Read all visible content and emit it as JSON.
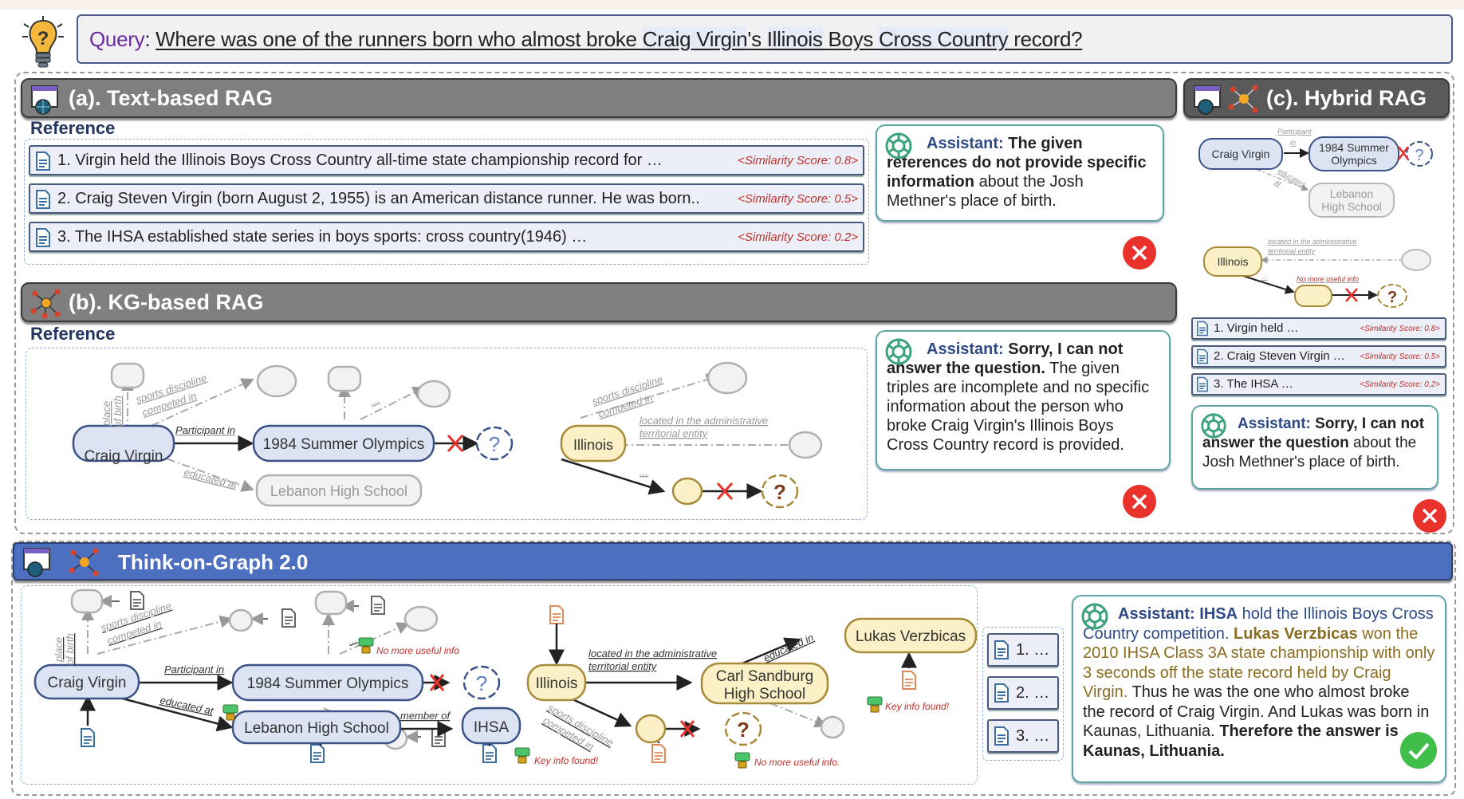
{
  "query": {
    "label": "Query",
    "text_parts": [
      "Where was one of the runners born who almost broke ",
      "Craig Virgin",
      "'s ",
      "Illinois",
      " Boys ",
      "Cross Country",
      " record?"
    ]
  },
  "text_rag": {
    "title": "(a). Text-based RAG",
    "reference_label": "Reference",
    "references": [
      {
        "text": "1. Virgin held the Illinois Boys Cross Country all-time state championship record for …",
        "score": "<Similarity Score: 0.8>"
      },
      {
        "text": "2. Craig Steven Virgin (born August 2, 1955) is an American distance runner. He was born..",
        "score": "<Similarity Score: 0.5>"
      },
      {
        "text": "3. The IHSA established state series in boys sports: cross country(1946) …",
        "score": "<Similarity Score: 0.2>"
      }
    ],
    "assistant": {
      "label": "Assistant:",
      "bold": "The given references do not provide specific information",
      "rest": "about the Josh  Methner's place of birth."
    },
    "status": "incorrect"
  },
  "kg_rag": {
    "title": "(b). KG-based RAG",
    "reference_label": "Reference",
    "graph1": {
      "nodes": {
        "craig": "Craig Virgin",
        "olympics": "1984 Summer Olympics",
        "lebanon": "Lebanon High School",
        "unknown": "?"
      },
      "edges": {
        "participant": "Participant in",
        "educated": "educated at",
        "sports": "sports discipline",
        "competed": "competed in",
        "place": "place",
        "ofbirth": "of birth",
        "dots": "..."
      }
    },
    "graph2": {
      "nodes": {
        "illinois": "Illinois",
        "unknown": "?"
      },
      "edges": {
        "sports": "sports discipline",
        "competed": "competed in",
        "located1": "located in the administrative",
        "located2": "territorial entity",
        "dots": "..."
      }
    },
    "assistant": {
      "label": "Assistant:",
      "bold": "Sorry, I can not answer the  question.",
      "rest": "The given triples are incomplete and no specific information about the person who broke Craig Virgin's Illinois Boys Cross Country record is provided."
    },
    "status": "incorrect"
  },
  "hybrid_rag": {
    "title": "(c). Hybrid RAG",
    "graph": {
      "craig": "Craig Virgin",
      "olympics1": "1984 Summer",
      "olympics2": "Olympics",
      "lebanon1": "Lebanon",
      "lebanon2": "High School",
      "illinois": "Illinois",
      "participant": "Participant",
      "in": "in",
      "educated": "educated",
      "at": "at",
      "located1": "located in the administrative",
      "located2": "territorial entity",
      "no_more": "No more useful info",
      "dots": "...",
      "unknown": "?"
    },
    "references": [
      {
        "text": "1. Virgin held …",
        "score": "<Similarity Score: 0.8>"
      },
      {
        "text": "2. Craig Steven Virgin …",
        "score": "<Similarity Score: 0.5>"
      },
      {
        "text": "3. The IHSA …",
        "score": "<Similarity Score: 0.2>"
      }
    ],
    "assistant": {
      "label": "Assistant:",
      "bold": "Sorry, I can not answer the  question",
      "rest": "about the Josh  Methner's place of birth."
    },
    "status": "incorrect"
  },
  "tog": {
    "title": "Think-on-Graph 2.0",
    "graph": {
      "craig": "Craig Virgin",
      "olympics": "1984 Summer Olympics",
      "lebanon": "Lebanon High School",
      "ihsa": "IHSA",
      "illinois": "Illinois",
      "carl1": "Carl Sandburg",
      "carl2": "High School",
      "lukas": "Lukas Verzbicas",
      "participant": "Participant in",
      "educated_at": "educated at",
      "member_of": "member of",
      "sports": "sports discipline",
      "competed": "competed in",
      "place": "place",
      "ofbirth": "of birth",
      "located1": "located in the administrative",
      "located2": "territorial entity",
      "educated_in": "educated in",
      "dots": "...",
      "no_more1": "No more useful info",
      "no_more2": "No more useful info.",
      "key1": "Key info found!",
      "key2": "Key info found!",
      "unknown": "?"
    },
    "references": [
      "1. …",
      "2. …",
      "3. …"
    ],
    "assistant": {
      "label": "Assistant:",
      "p1_bold": "IHSA",
      "p1": "hold the Illinois Boys Cross  Country competition.",
      "p2_bold": "Lukas Verzbicas",
      "p2": "won the 2010 IHSA Class 3A state championship with only 3  seconds off the state record held by Craig Virgin.",
      "p3": "Thus he was the one  who almost broke the record of  Craig Virgin. And Lukas was born in  Kaunas, Lithuania.",
      "p4_bold": "Therefore the answer is Kaunas, Lithuania."
    },
    "status": "correct"
  },
  "colors": {
    "blue_node": "#dce3f3",
    "blue_border": "#3b5386",
    "yellow_node": "#fbf0c6",
    "yellow_border": "#a88a3a",
    "grey_node": "#f2f2f2",
    "grey_border": "#b0b0b0",
    "error_red": "#e8322b",
    "ok_green": "#3fbf4a",
    "tog_header": "#4c6fc0",
    "assistant_border": "#5fa6a0",
    "score_red": "#c0302a"
  }
}
